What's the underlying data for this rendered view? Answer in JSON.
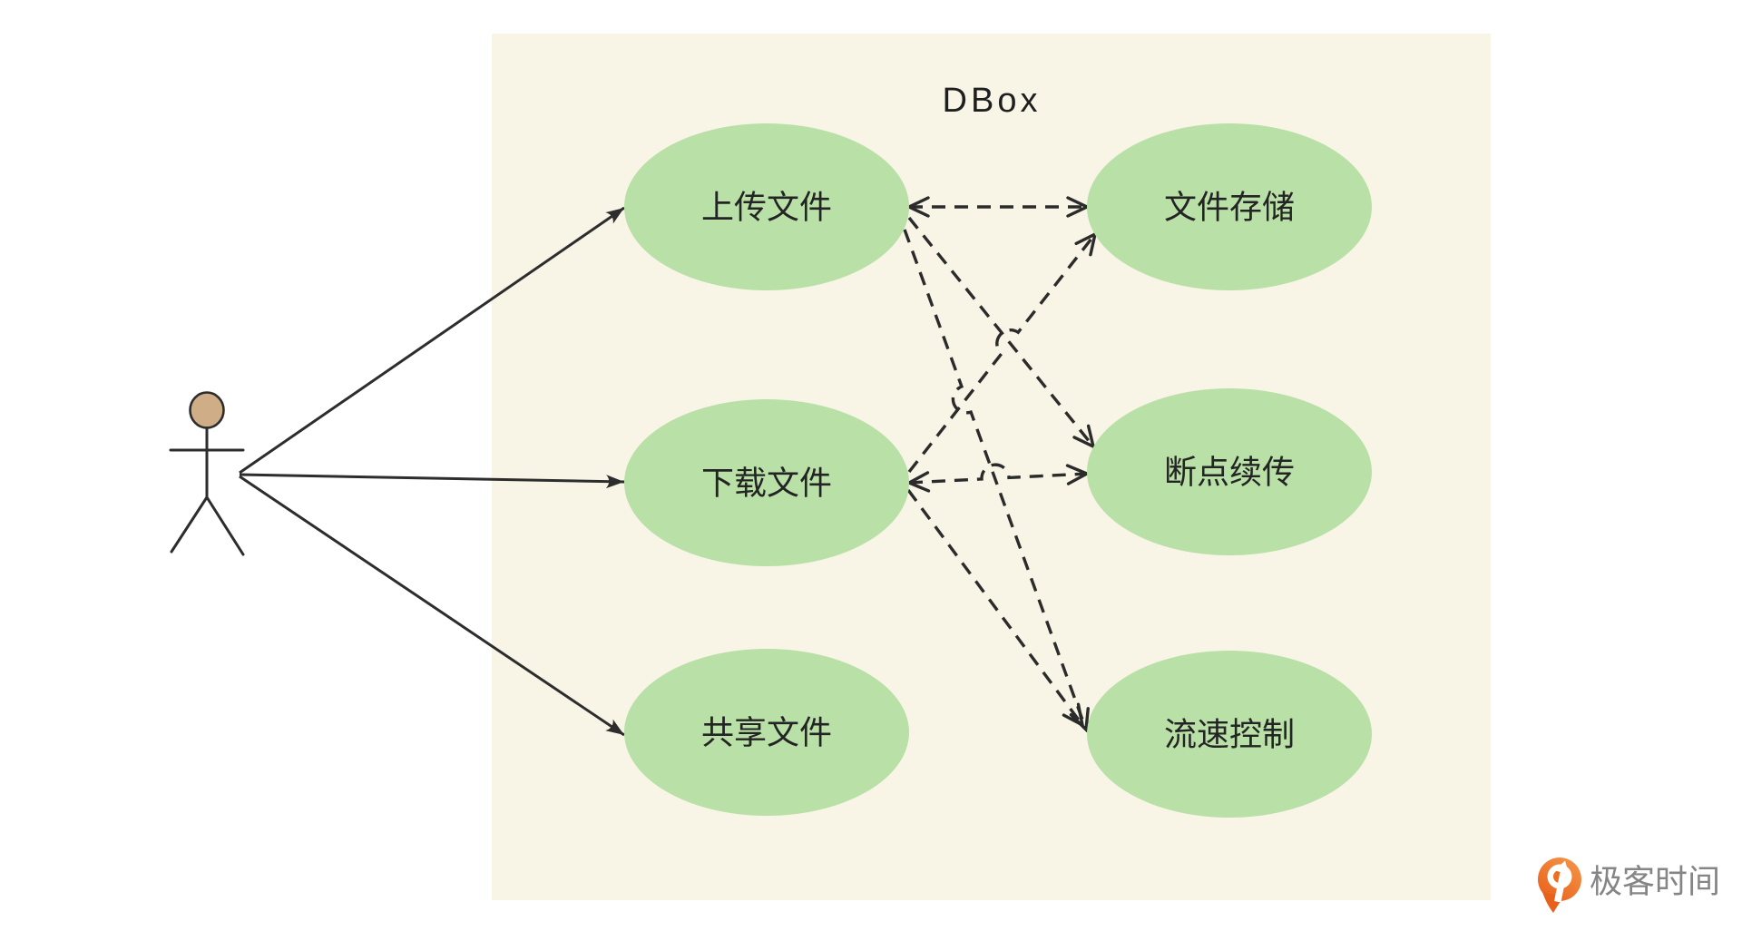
{
  "diagram": {
    "type": "uml-use-case",
    "title": "DBox",
    "system_boundary": {
      "label": "DBox",
      "fill_color": "#f9f5e6"
    },
    "actor": {
      "kind": "stick-figure",
      "head_fill": "#cfae87",
      "line_color": "#2d2d2d"
    },
    "use_cases": [
      {
        "id": "upload",
        "label": "上传文件",
        "column": "left",
        "row": 1
      },
      {
        "id": "storage",
        "label": "文件存储",
        "column": "right",
        "row": 1
      },
      {
        "id": "download",
        "label": "下载文件",
        "column": "left",
        "row": 2
      },
      {
        "id": "resume",
        "label": "断点续传",
        "column": "right",
        "row": 2
      },
      {
        "id": "share",
        "label": "共享文件",
        "column": "left",
        "row": 3
      },
      {
        "id": "rate",
        "label": "流速控制",
        "column": "right",
        "row": 3
      }
    ],
    "relations": {
      "actor_associations": [
        "上传文件",
        "下载文件",
        "共享文件"
      ],
      "dashed_dependencies": [
        {
          "from": "上传文件",
          "to": "文件存储"
        },
        {
          "from": "下载文件",
          "to": "文件存储"
        },
        {
          "from": "上传文件",
          "to": "断点续传"
        },
        {
          "from": "下载文件",
          "to": "断点续传"
        },
        {
          "from": "上传文件",
          "to": "流速控制"
        },
        {
          "from": "下载文件",
          "to": "流速控制"
        }
      ]
    },
    "colors": {
      "ellipse_fill": "#b8e0a7",
      "boundary_fill": "#f9f5e6",
      "stroke": "#2b2b2b",
      "label_text": "#242424",
      "background": "#ffffff"
    }
  },
  "footer": {
    "logo_text": "极客时间",
    "logo_orange": "#ee7123",
    "logo_text_color": "#858585"
  }
}
